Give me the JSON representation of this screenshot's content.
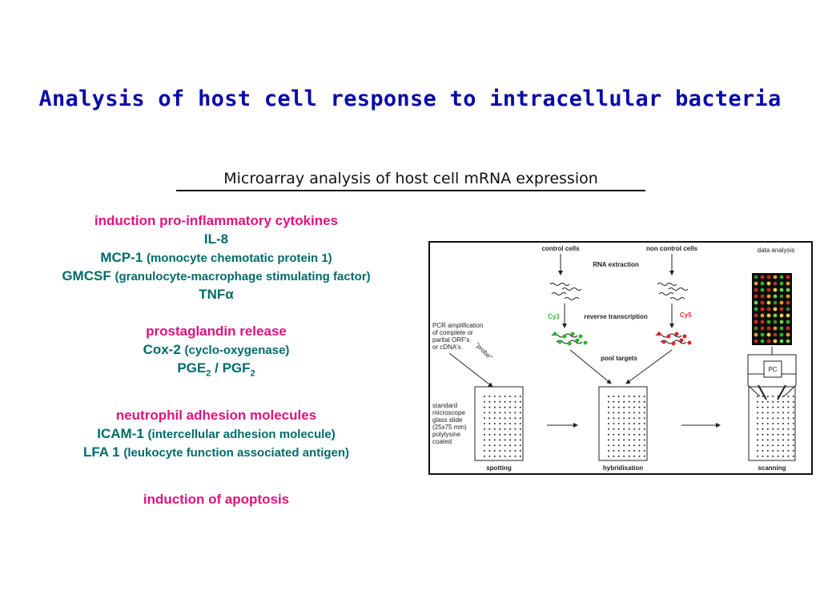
{
  "title": "Analysis of host cell response to intracellular bacteria",
  "subtitle": "Microarray analysis of host cell mRNA expression",
  "sections": [
    {
      "heading": "induction pro-inflammatory cytokines",
      "items": [
        {
          "name": "IL-8",
          "desc": ""
        },
        {
          "name": "MCP-1",
          "desc": "(monocyte chemotatic protein 1)"
        },
        {
          "name": "GMCSF",
          "desc": "(granulocyte-macrophage stimulating factor)"
        },
        {
          "name": "TNFα",
          "desc": ""
        }
      ]
    },
    {
      "heading": "prostaglandin release",
      "items": [
        {
          "name": "Cox-2",
          "desc": "(cyclo-oxygenase)"
        }
      ],
      "pge": {
        "a": "PGE",
        "a_sub": "2",
        "sep": "/",
        "b": "PGF",
        "b_sub": "2"
      }
    },
    {
      "heading": "neutrophil adhesion molecules",
      "items": [
        {
          "name": "ICAM-1",
          "desc": "(intercellular adhesion molecule)"
        },
        {
          "name": "LFA 1",
          "desc": "(leukocyte function associated antigen)"
        }
      ]
    },
    {
      "heading": "induction of apoptosis",
      "items": []
    }
  ],
  "figure": {
    "control_cells": "control cells",
    "non_control_cells": "non control cells",
    "data_analysis": "data analysis",
    "rna_extraction": "RNA extraction",
    "cy3": "Cy3",
    "reverse_transcription": "reverse transcription",
    "cy5": "Cy5",
    "pcr_lines": [
      "PCR amplification",
      "of complete or",
      "partial ORF's",
      "or cDNA's"
    ],
    "probe": "\"probe\"",
    "pool_targets": "pool targets",
    "pc": "PC",
    "slide_lines": [
      "standard",
      "microscope",
      "glass slide",
      "(25x75 mm)",
      "polylysine",
      "coated"
    ],
    "spotting": "spotting",
    "hybridisation": "hybridisation",
    "scanning": "scanning",
    "colors": {
      "cy3": "#2db52d",
      "cy5": "#d42a2a",
      "heading": "#e0117f",
      "item": "#006b6b",
      "title": "#0a0aa8"
    }
  }
}
